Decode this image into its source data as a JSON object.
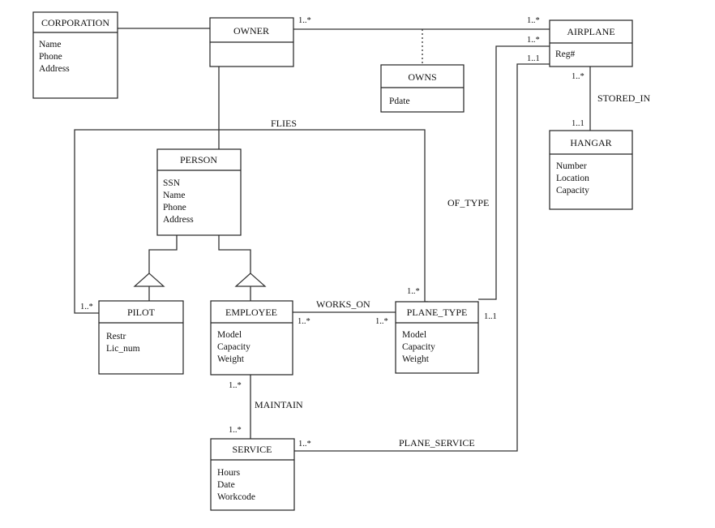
{
  "classes": {
    "corporation": {
      "name": "CORPORATION",
      "attributes": [
        "Name",
        "Phone",
        "Address"
      ]
    },
    "owner": {
      "name": "OWNER",
      "attributes": []
    },
    "owns": {
      "name": "OWNS",
      "attributes": [
        "Pdate"
      ]
    },
    "airplane": {
      "name": "AIRPLANE",
      "attributes": [
        "Reg#"
      ]
    },
    "hangar": {
      "name": "HANGAR",
      "attributes": [
        "Number",
        "Location",
        "Capacity"
      ]
    },
    "person": {
      "name": "PERSON",
      "attributes": [
        "SSN",
        "Name",
        "Phone",
        "Address"
      ]
    },
    "pilot": {
      "name": "PILOT",
      "attributes": [
        "Restr",
        "Lic_num"
      ]
    },
    "employee": {
      "name": "EMPLOYEE",
      "attributes": [
        "Model",
        "Capacity",
        "Weight"
      ]
    },
    "plane_type": {
      "name": "PLANE_TYPE",
      "attributes": [
        "Model",
        "Capacity",
        "Weight"
      ]
    },
    "service": {
      "name": "SERVICE",
      "attributes": [
        "Hours",
        "Date",
        "Workcode"
      ]
    }
  },
  "relationships": {
    "flies": "FLIES",
    "stored_in": "STORED_IN",
    "of_type": "OF_TYPE",
    "works_on": "WORKS_ON",
    "maintain": "MAINTAIN",
    "plane_service": "PLANE_SERVICE"
  },
  "multiplicities": {
    "owner_airplane_owner_end": "1..*",
    "owner_airplane_airplane_end": "1..*",
    "airplane_of_type": "1..*",
    "airplane_plane_service": "1..1",
    "airplane_stored_in": "1..*",
    "hangar_stored_in": "1..1",
    "pilot_flies": "1..*",
    "plane_type_flies": "1..*",
    "plane_type_of_type": "1..1",
    "employee_works_on": "1..*",
    "plane_type_works_on": "1..*",
    "employee_maintain": "1..*",
    "service_maintain": "1..*",
    "service_plane_service": "1..*"
  }
}
